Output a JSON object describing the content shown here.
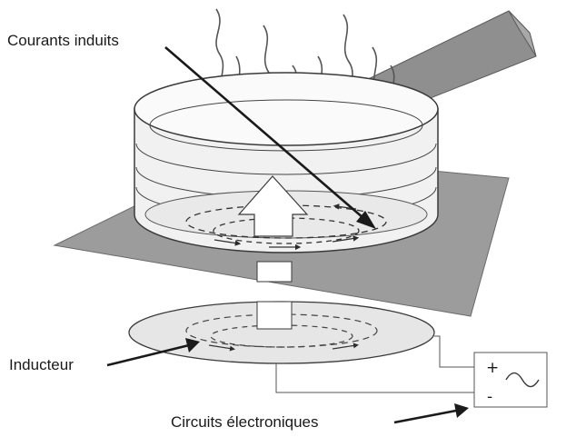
{
  "labels": {
    "eddy_currents": "Courants induits",
    "inductor": "Inducteur",
    "electronics": "Circuits électroniques"
  },
  "source": {
    "plus": "+",
    "minus": "-",
    "ac_symbol": "~"
  },
  "colors": {
    "hob_plate": "#9c9c9c",
    "pan_handle": "#8f8f8f",
    "inductor_disc": "#e6e6e6",
    "outline": "#3a3a3a"
  }
}
